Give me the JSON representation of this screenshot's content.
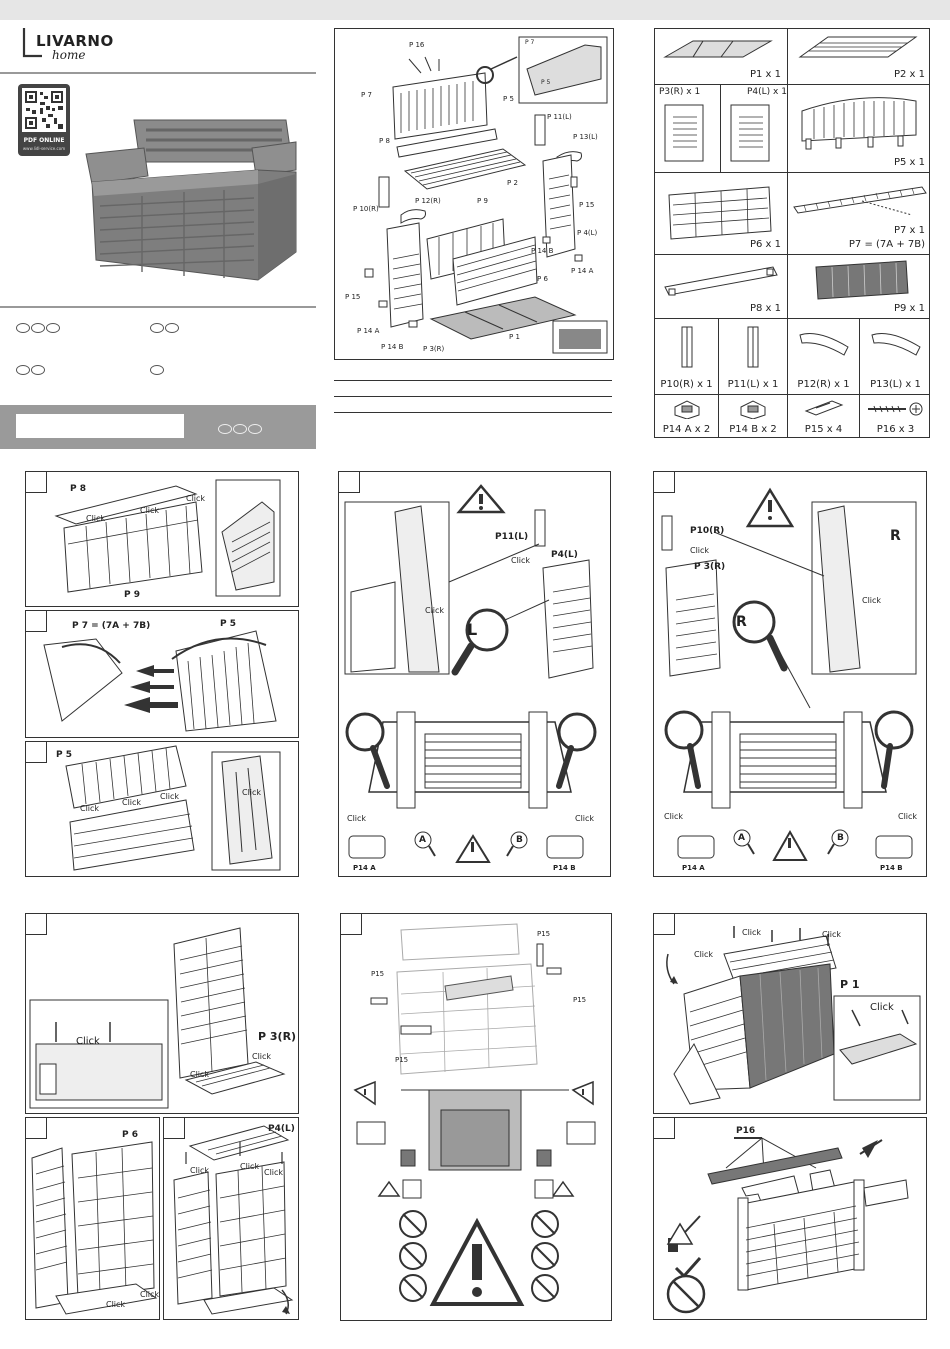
{
  "brand": {
    "logo_line1": "LIVARNO",
    "logo_line2": "home",
    "qr_caption": "PDF ONLINE",
    "qr_url": "www.lidl-service.com"
  },
  "parts_overview": {
    "labels": [
      "P 16",
      "P 7",
      "P 5",
      "P 7",
      "P 5",
      "P 11(L)",
      "P 8",
      "P 13(L)",
      "P 2",
      "P 15",
      "P 10(R)",
      "P 12(R)",
      "P 9",
      "P 4(L)",
      "P 14 B",
      "P 14 A",
      "P 6",
      "P 15",
      "P 14 A",
      "P 14 B",
      "P 3(R)",
      "P 1"
    ]
  },
  "parts_list": [
    {
      "caption": "P1 x 1"
    },
    {
      "caption": "P2 x 1"
    },
    {
      "caption": "P3(R) x 1"
    },
    {
      "caption": "P4(L) x 1"
    },
    {
      "caption": "P5 x 1"
    },
    {
      "caption": "P6 x 1"
    },
    {
      "caption": "P7 x 1"
    },
    {
      "caption2": "P7 = (7A + 7B)"
    },
    {
      "caption": "P8 x 1"
    },
    {
      "caption": "P9 x 1"
    },
    {
      "caption": "P10(R) x 1"
    },
    {
      "caption": "P11(L) x 1"
    },
    {
      "caption": "P12(R) x 1"
    },
    {
      "caption": "P13(L) x 1"
    },
    {
      "caption": "P14 A x 2"
    },
    {
      "caption": "P14 B  x 2"
    },
    {
      "caption": "P15 x 4"
    },
    {
      "caption": "P16 x 3"
    }
  ],
  "steps": {
    "s1": {
      "p8": "P 8",
      "p9": "P 9",
      "click": "Click"
    },
    "s2": {
      "p7": "P 7 = (7A + 7B)",
      "p5": "P 5"
    },
    "s3": {
      "p5": "P 5",
      "click": "Click"
    },
    "s4": {
      "p11": "P11(L)",
      "p4": "P4(L)",
      "click": "Click",
      "l": "L",
      "a": "A",
      "b": "B",
      "p14a": "P14 A",
      "p14b": "P14 B"
    },
    "s5": {
      "p10": "P10(R)",
      "p3": "P 3(R)",
      "click": "Click",
      "r": "R",
      "a": "A",
      "b": "B",
      "p14a": "P14 A",
      "p14b": "P14 B"
    },
    "s6": {
      "p3": "P 3(R)",
      "click": "Click"
    },
    "s7": {
      "p6": "P 6",
      "click": "Click"
    },
    "s8": {
      "p4": "P4(L)",
      "click": "Click"
    },
    "s9": {
      "p15": "P15"
    },
    "s10": {
      "p1": "P 1",
      "click": "Click"
    },
    "s11": {
      "p16": "P16"
    }
  },
  "colors": {
    "line": "#333333",
    "gray": "#8a8a8a",
    "panel_gray": "#999999"
  }
}
